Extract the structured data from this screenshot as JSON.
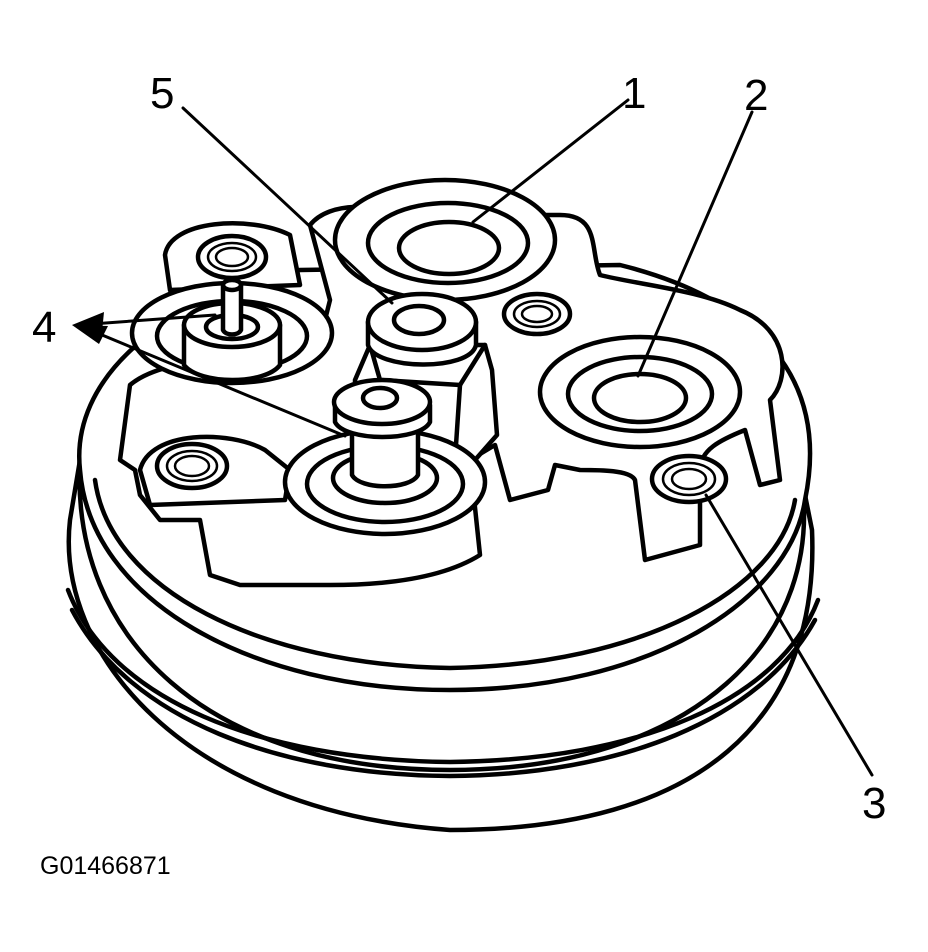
{
  "figure_id": "G01466871",
  "callouts": [
    {
      "number": "1"
    },
    {
      "number": "2"
    },
    {
      "number": "3"
    },
    {
      "number": "4"
    },
    {
      "number": "5"
    }
  ]
}
